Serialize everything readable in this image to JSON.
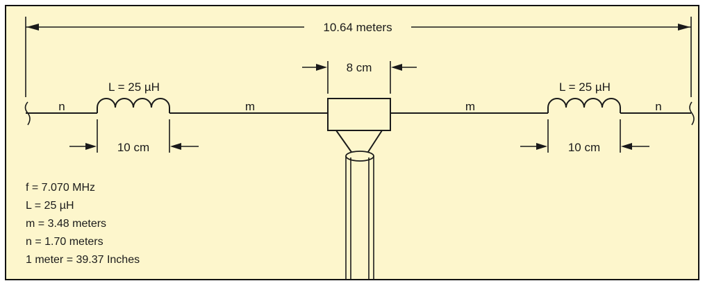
{
  "colors": {
    "background": "#fdf6cc",
    "ink": "#1a1a1a",
    "border": "#111111"
  },
  "diagram": {
    "overall_length": "10.64 meters",
    "feed_gap": "8 cm",
    "left_coil": {
      "inductance": "L = 25 µH",
      "length": "10 cm"
    },
    "right_coil": {
      "inductance": "L = 25 µH",
      "length": "10 cm"
    },
    "segments": {
      "outer_left": "n",
      "inner_left": "m",
      "inner_right": "m",
      "outer_right": "n"
    }
  },
  "legend": [
    "f = 7.070 MHz",
    "L = 25 µH",
    "m = 3.48 meters",
    "n = 1.70 meters",
    "1 meter = 39.37 Inches"
  ]
}
